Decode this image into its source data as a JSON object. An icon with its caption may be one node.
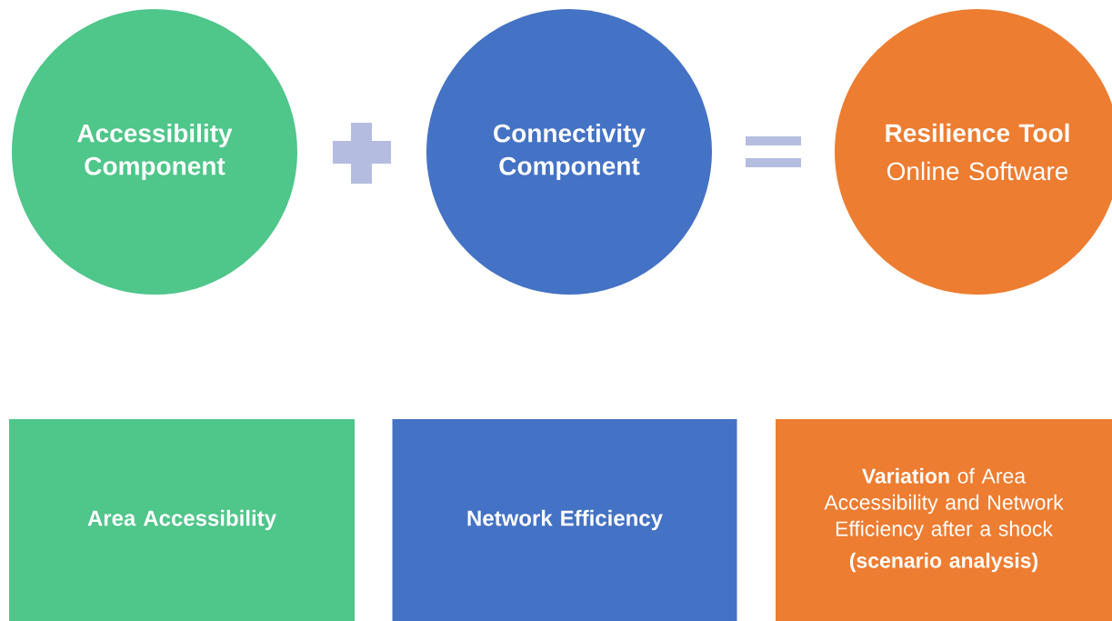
{
  "diagram": {
    "nodes": [
      {
        "text": [
          "Accessibility Component"
        ]
      },
      {
        "text": [
          "Connectivity Component"
        ]
      },
      {
        "text": [
          "Resilience Tool",
          "Online Software"
        ]
      },
      {
        "text": [
          "Area Accessibility"
        ]
      },
      {
        "text": [
          "Network Efficiency"
        ]
      },
      {
        "text": [
          "**Variation** of Area Accessibility and Network Efficiency after a shock",
          "(scenario analysis)"
        ]
      }
    ]
  }
}
